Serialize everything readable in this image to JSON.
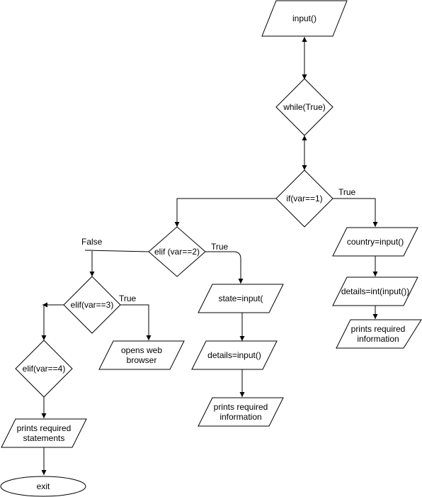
{
  "nodes": {
    "input": "input()",
    "while": "while(True)",
    "if1": "if(var==1)",
    "country": "country=input()",
    "details_int": "details=int(input())",
    "prints_b": [
      "prints required",
      "information"
    ],
    "elif2": "elif (var==2)",
    "state": "state=input(",
    "details_input": "details=input()",
    "prints_a": [
      "prints required",
      "information"
    ],
    "elif3": "elif(var==3)",
    "browser": [
      "opens web",
      "browser"
    ],
    "elif4": "elif(var==4)",
    "prints_c": [
      "prints required",
      "statements"
    ],
    "exit": "exit"
  },
  "edge_labels": {
    "if1_true": "True",
    "elif2_true": "True",
    "elif2_false": "False",
    "elif3_true": "True"
  }
}
